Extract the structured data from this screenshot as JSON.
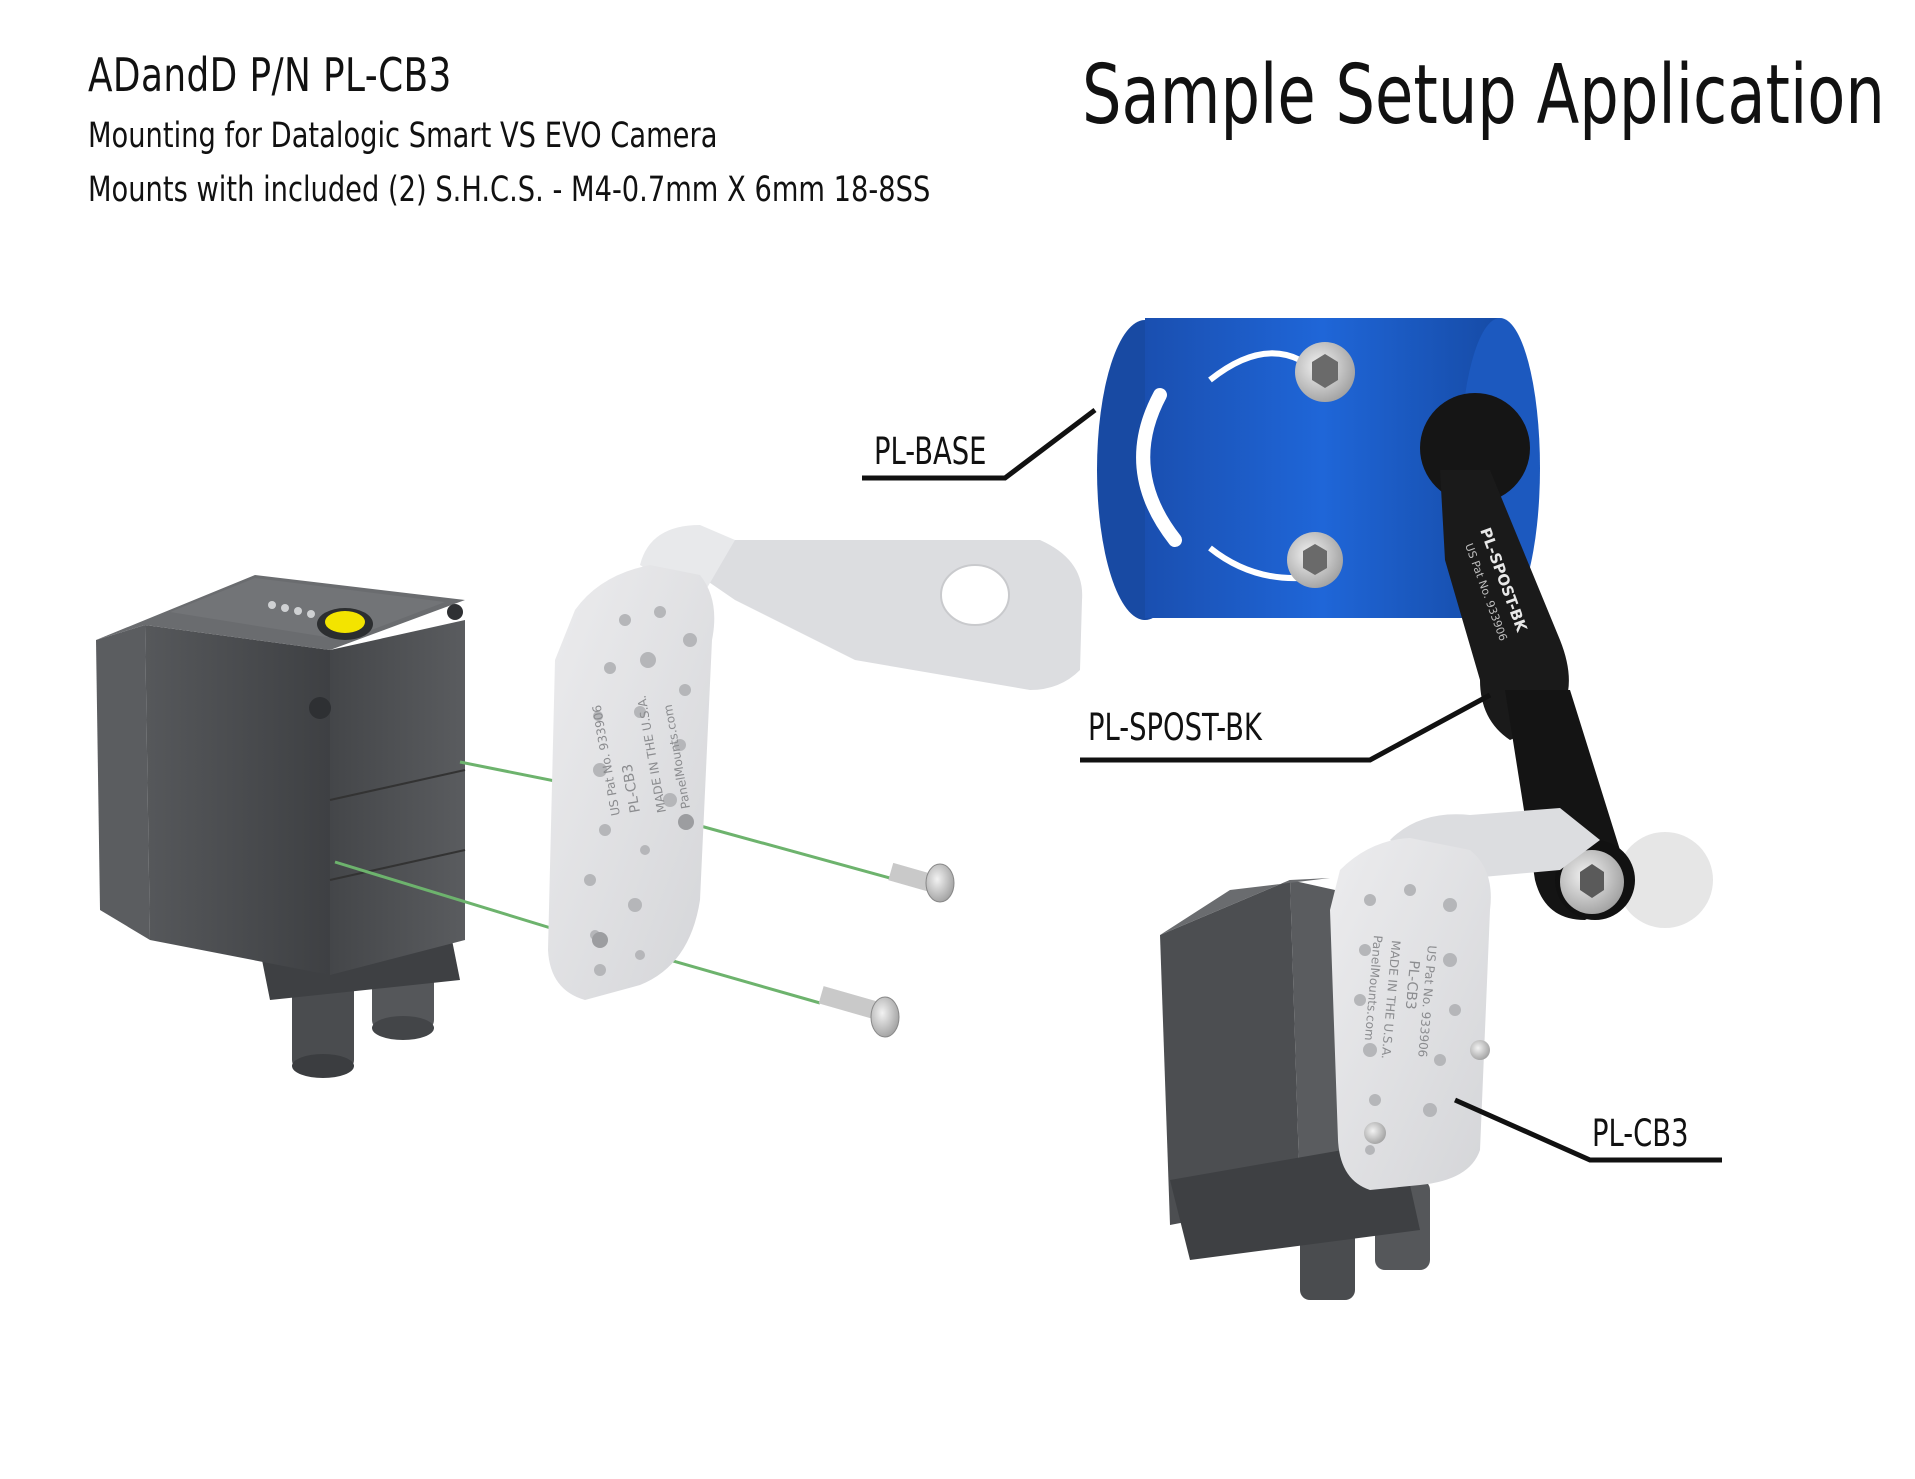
{
  "header": {
    "title": "ADandD P/N PL-CB3",
    "line1": "Mounting for Datalogic Smart VS EVO Camera",
    "line2": "Mounts with included (2) S.H.C.S. - M4-0.7mm X 6mm 18-8SS"
  },
  "sample_title": "Sample Setup Application",
  "callouts": {
    "base": "PL-BASE",
    "spost": "PL-SPOST-BK",
    "cb3": "PL-CB3"
  },
  "bracket_engraving": {
    "line1": "PL-CB3",
    "line2": "US Pat No. 933906",
    "line3": "MADE IN THE U.S.A.",
    "line4": "PanelMounts.com"
  },
  "spost_engraving": {
    "line1": "PL-SPOST-BK",
    "line2": "US Pat No. 933906"
  },
  "colors": {
    "camera_body": "#4d4f52",
    "camera_dark": "#35373a",
    "bracket": "#e3e4e6",
    "base_blue": "#1458c4",
    "spost_black": "#151515",
    "axis_green": "#6db36d",
    "led_yellow": "#f3e400"
  }
}
